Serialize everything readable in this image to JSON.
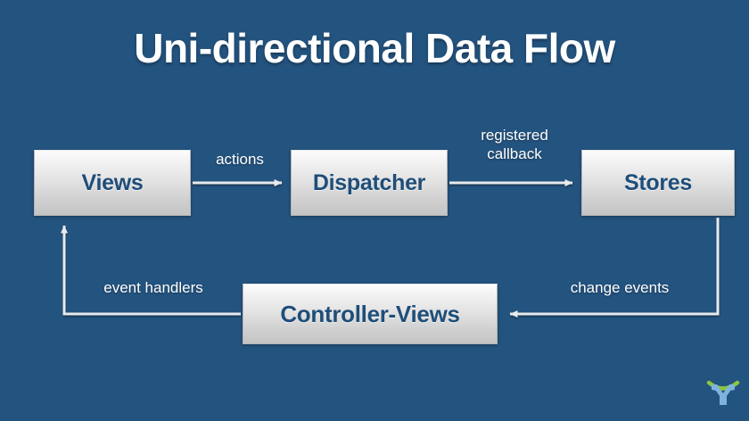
{
  "slide": {
    "title": "Uni-directional Data Flow",
    "background_color": "#23537f",
    "node_text_color": "#1f4e79",
    "arrow_color": "#e8eaec",
    "label_color": "#ffffff"
  },
  "nodes": [
    {
      "id": "views",
      "label": "Views"
    },
    {
      "id": "dispatcher",
      "label": "Dispatcher"
    },
    {
      "id": "stores",
      "label": "Stores"
    },
    {
      "id": "controller",
      "label": "Controller-Views"
    }
  ],
  "edges": [
    {
      "id": "views-to-dispatcher",
      "label": "actions",
      "from": "views",
      "to": "dispatcher"
    },
    {
      "id": "dispatcher-to-stores",
      "label": "registered\ncallback",
      "from": "dispatcher",
      "to": "stores"
    },
    {
      "id": "stores-to-controller",
      "label": "change events",
      "from": "stores",
      "to": "controller"
    },
    {
      "id": "controller-to-views",
      "label": "event handlers",
      "from": "controller",
      "to": "views"
    }
  ],
  "logo": {
    "name": "company-logo",
    "figure_color": "#7fb3dd",
    "arc_color": "#8cc63f"
  }
}
